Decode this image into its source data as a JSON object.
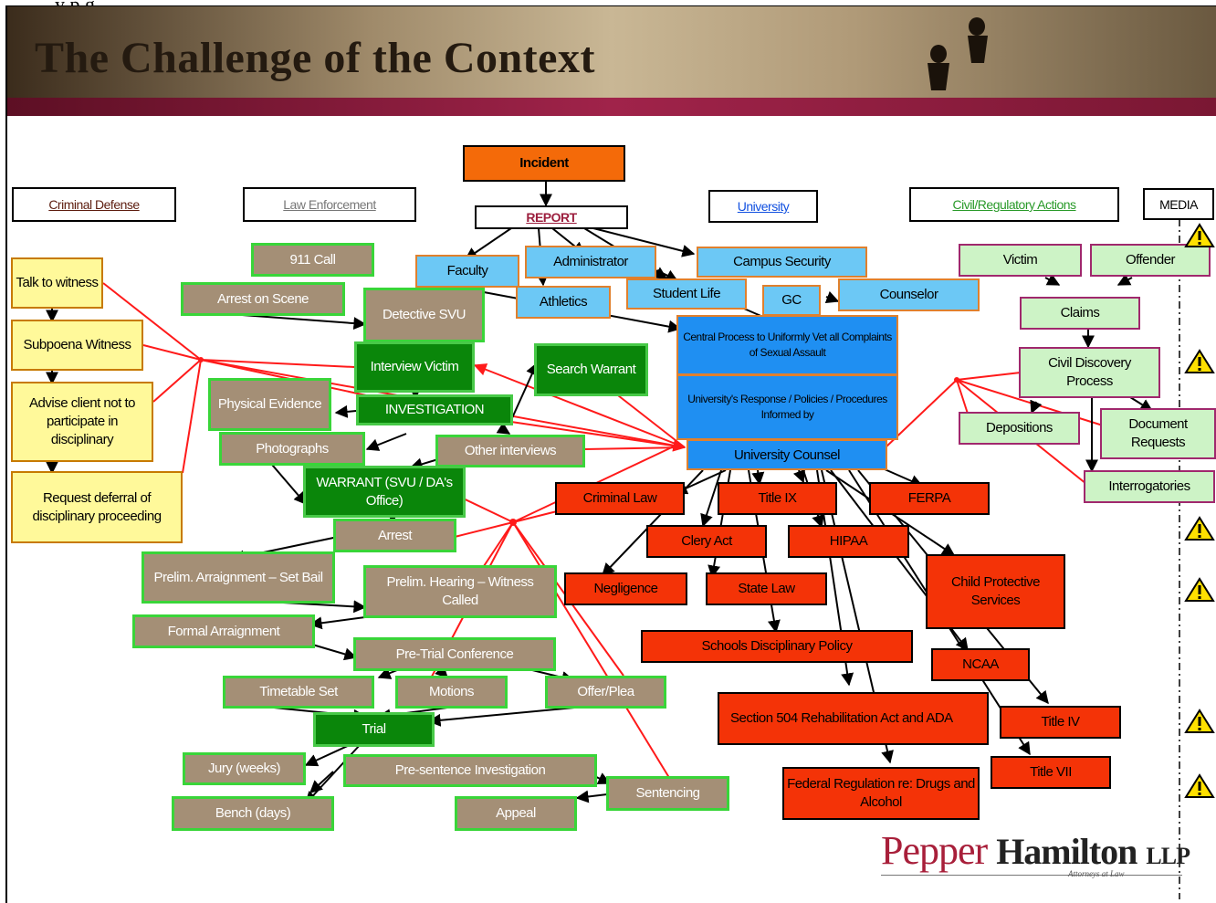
{
  "top_caption": "y p                    g",
  "title": "The Challenge of the Context",
  "headers": {
    "criminal_defense": "Criminal Defense",
    "law_enforcement": "Law Enforcement",
    "university": "University",
    "civil": "Civil/Regulatory Actions",
    "media": "MEDIA"
  },
  "nodes": {
    "incident": "Incident",
    "report": "REPORT",
    "talk_witness": "Talk to witness",
    "subpoena": "Subpoena Witness",
    "advise": "Advise client not to participate in disciplinary",
    "deferral": "Request deferral of disciplinary proceeding",
    "call911": "911 Call",
    "arrest_scene": "Arrest on Scene",
    "detective": "Detective SVU",
    "interview": "Interview Victim",
    "search": "Search Warrant",
    "physical": "Physical Evidence",
    "investigation": "INVESTIGATION",
    "photographs": "Photographs",
    "other_interviews": "Other interviews",
    "warrant": "WARRANT (SVU / DA's Office)",
    "arrest": "Arrest",
    "prelim_arraign": "Prelim. Arraignment – Set Bail",
    "prelim_hearing": "Prelim. Hearing – Witness Called",
    "formal_arraign": "Formal Arraignment",
    "pretrial": "Pre-Trial Conference",
    "timetable": "Timetable Set",
    "motions": "Motions",
    "offer": "Offer/Plea",
    "trial": "Trial",
    "jury": "Jury (weeks)",
    "presentence": "Pre-sentence Investigation",
    "bench": "Bench (days)",
    "appeal": "Appeal",
    "sentencing": "Sentencing",
    "faculty": "Faculty",
    "administrator": "Administrator",
    "campus_security": "Campus Security",
    "athletics": "Athletics",
    "student_life": "Student Life",
    "gc": "GC",
    "counselor": "Counselor",
    "central": "Central Process to Uniformly Vet all Complaints of Sexual Assault",
    "response": "University's Response / Policies / Procedures Informed by",
    "counsel": "University Counsel",
    "criminal_law": "Criminal Law",
    "title_ix": "Title IX",
    "ferpa": "FERPA",
    "clery": "Clery Act",
    "hipaa": "HIPAA",
    "negligence": "Negligence",
    "state_law": "State Law",
    "child": "Child Protective Services",
    "schools": "Schools Disciplinary Policy",
    "ncaa": "NCAA",
    "section504": "Section 504 Rehabilitation Act and ADA",
    "title_iv": "Title IV",
    "title_vii": "Title VII",
    "federal": "Federal Regulation re: Drugs and Alcohol",
    "victim": "Victim",
    "offender": "Offender",
    "claims": "Claims",
    "civil_discovery": "Civil Discovery Process",
    "depositions": "Depositions",
    "doc_requests": "Document Requests",
    "interrogatories": "Interrogatories"
  },
  "logo": {
    "pepper": "Pepper",
    "hamilton": "Hamilton",
    "llp": "LLP",
    "tagline": "Attorneys at Law"
  },
  "colors": {
    "red_connector": "#ff1a1a",
    "banner_bar": "#a0234a"
  }
}
